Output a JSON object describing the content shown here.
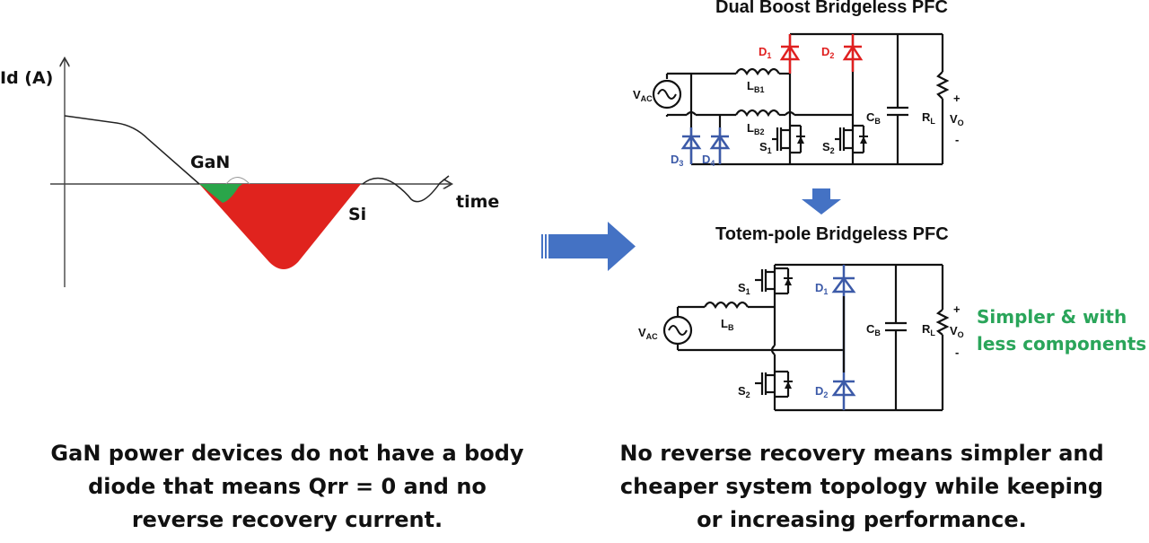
{
  "graph": {
    "y_axis_label": "Id (A)",
    "x_axis_label": "time",
    "gan_label": "GaN",
    "si_label": "Si",
    "colors": {
      "gan_fill": "#2aa54a",
      "si_fill": "#e0231e",
      "curve": "#222222"
    }
  },
  "arrows": {
    "color": "#4472c4"
  },
  "dual_boost": {
    "title": "Dual Boost Bridgeless PFC",
    "labels": {
      "vac": "V",
      "vac_sub": "AC",
      "d1": "D",
      "d1_sub": "1",
      "d2": "D",
      "d2_sub": "2",
      "d3": "D",
      "d3_sub": "3",
      "d4": "D",
      "d4_sub": "4",
      "lb1": "L",
      "lb1_sub": "B1",
      "lb2": "L",
      "lb2_sub": "B2",
      "s1": "S",
      "s1_sub": "1",
      "s2": "S",
      "s2_sub": "2",
      "cb": "C",
      "cb_sub": "B",
      "rl": "R",
      "rl_sub": "L",
      "vo": "V",
      "vo_sub": "O",
      "plus": "+",
      "minus": "-"
    },
    "colors": {
      "red_diode": "#e02020",
      "blue_diode": "#3c5aa8"
    }
  },
  "totem_pole": {
    "title": "Totem-pole Bridgeless PFC",
    "labels": {
      "vac": "V",
      "vac_sub": "AC",
      "lb": "L",
      "lb_sub": "B",
      "s1": "S",
      "s1_sub": "1",
      "s2": "S",
      "s2_sub": "2",
      "d1": "D",
      "d1_sub": "1",
      "d2": "D",
      "d2_sub": "2",
      "cb": "C",
      "cb_sub": "B",
      "rl": "R",
      "rl_sub": "L",
      "vo": "V",
      "vo_sub": "O",
      "plus": "+",
      "minus": "-"
    },
    "note_lines": [
      "Simpler & with",
      "less components"
    ]
  },
  "captions": {
    "left": [
      "GaN power devices do not have a body",
      "diode that means Qrr = 0 and no",
      "reverse recovery current."
    ],
    "right": [
      "No reverse recovery means simpler and",
      "cheaper system topology while keeping",
      "or increasing performance."
    ]
  }
}
